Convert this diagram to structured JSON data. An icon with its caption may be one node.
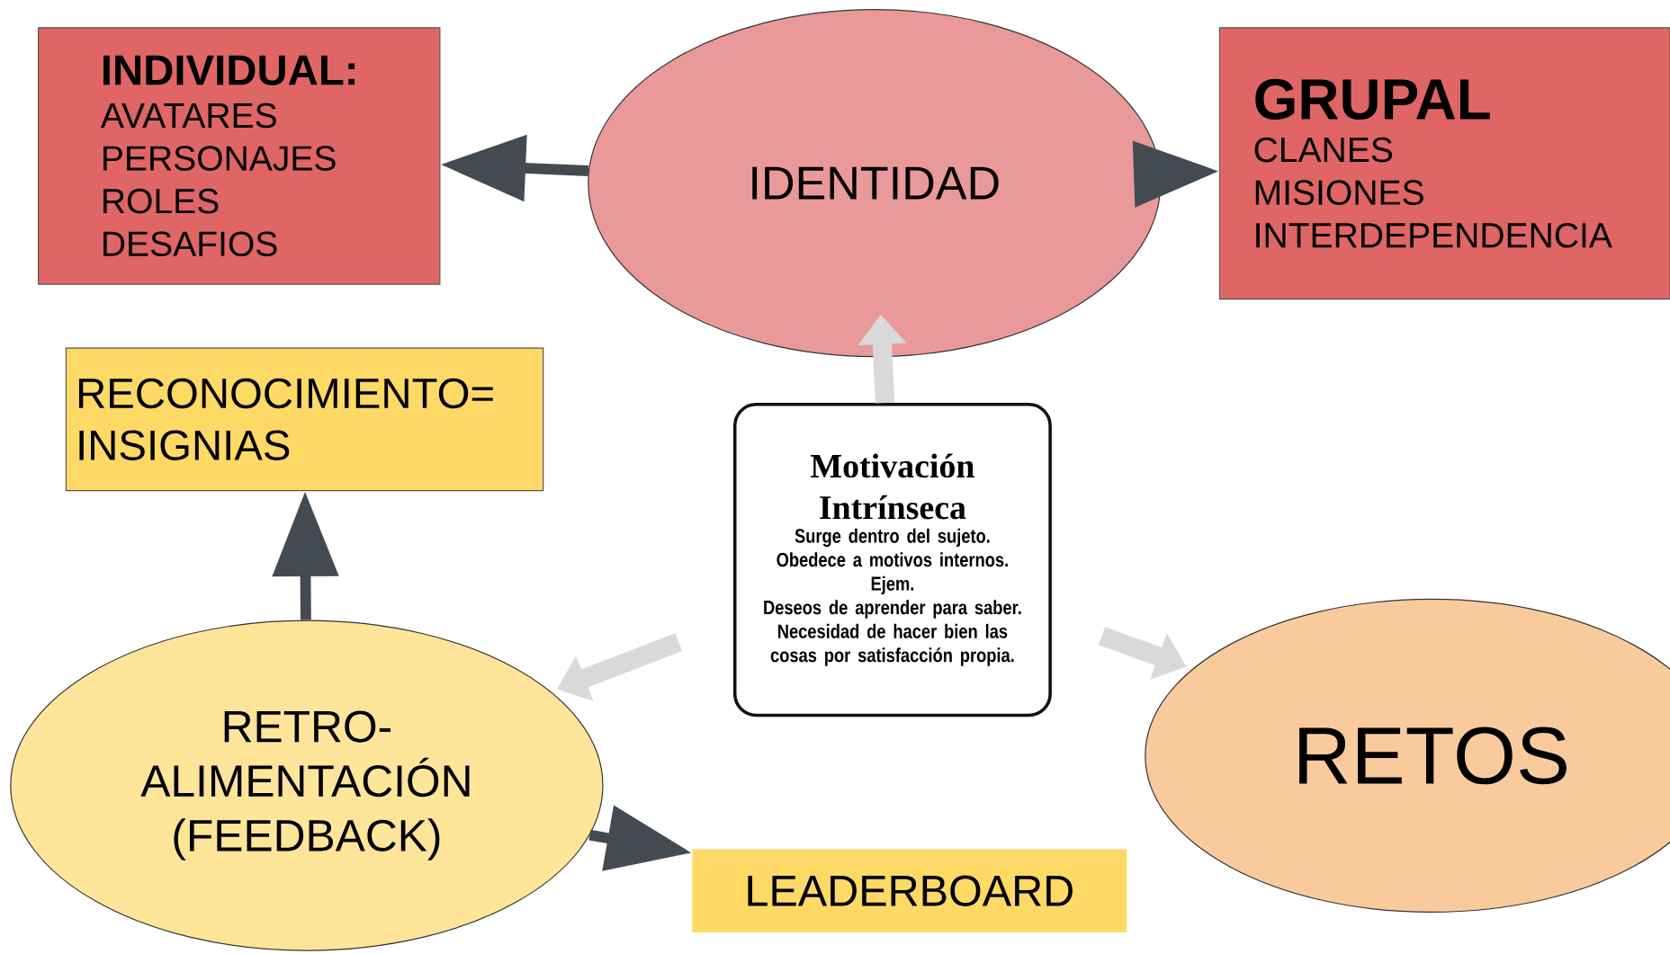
{
  "diagram": {
    "nodes": [
      {
        "text": [
          "INDIVIDUAL:",
          "AVATARES",
          "PERSONAJES",
          "ROLES",
          "DESAFIOS"
        ]
      },
      {
        "text": [
          "IDENTIDAD"
        ]
      },
      {
        "text": [
          "GRUPAL",
          "CLANES",
          "MISIONES",
          "INTERDEPENDENCIA"
        ]
      },
      {
        "text": [
          "RECONOCIMIENTO= INSIGNIAS"
        ]
      },
      {
        "text": [
          "Motivación Intrínseca",
          "Surge dentro del sujeto.",
          "Obedece a motivos internos.",
          "Ejem.",
          "Deseos de aprender para saber.",
          "Necesidad de hacer bien las cosas por satisfacción propia."
        ]
      },
      {
        "text": [
          "RETRO- ALIMENTACIÓN (FEEDBACK)"
        ]
      },
      {
        "text": [
          "RETOS"
        ]
      },
      {
        "text": [
          "LEADERBOARD"
        ]
      }
    ],
    "edges": [
      {
        "from": 1,
        "to": 0,
        "arrow": "to"
      },
      {
        "from": 1,
        "to": 2,
        "arrow": "to"
      },
      {
        "from": 4,
        "to": 1,
        "arrow": "to",
        "color": "#d9d9d9"
      },
      {
        "from": 5,
        "to": 3,
        "arrow": "to"
      },
      {
        "from": 4,
        "to": 5,
        "arrow": "to",
        "color": "#d9d9d9"
      },
      {
        "from": 4,
        "to": 6,
        "arrow": "to",
        "color": "#d9d9d9"
      },
      {
        "from": 5,
        "to": 7,
        "arrow": "to"
      }
    ]
  }
}
